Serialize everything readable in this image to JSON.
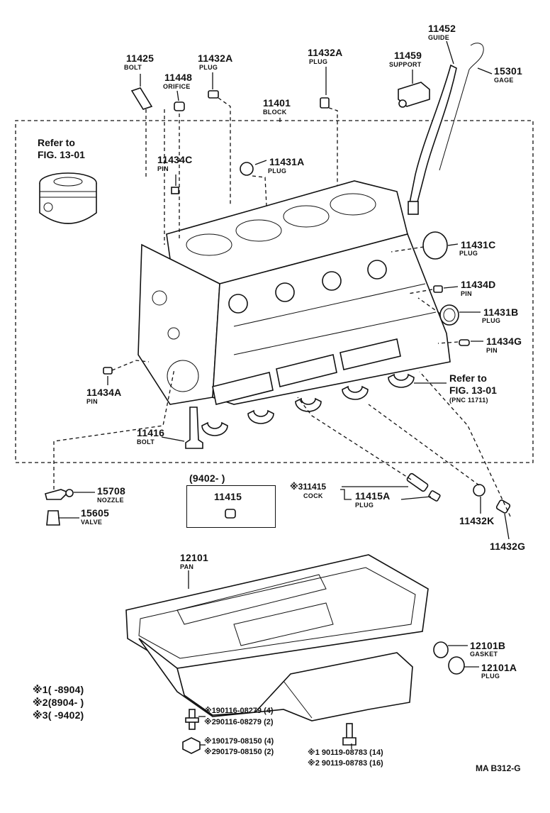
{
  "parts": {
    "p11425": {
      "num": "11425",
      "name": "BOLT"
    },
    "p11448": {
      "num": "11448",
      "name": "ORIFICE"
    },
    "p11432A_left": {
      "num": "11432A",
      "name": "PLUG"
    },
    "p11432A_right": {
      "num": "11432A",
      "name": "PLUG"
    },
    "p11401": {
      "num": "11401",
      "name": "BLOCK"
    },
    "p11459": {
      "num": "11459",
      "name": "SUPPORT"
    },
    "p11452": {
      "num": "11452",
      "name": "GUIDE"
    },
    "p15301": {
      "num": "15301",
      "name": "GAGE"
    },
    "p11434C": {
      "num": "11434C",
      "name": "PIN"
    },
    "p11431A": {
      "num": "11431A",
      "name": "PLUG"
    },
    "p11431C": {
      "num": "11431C",
      "name": "PLUG"
    },
    "p11434D": {
      "num": "11434D",
      "name": "PIN"
    },
    "p11431B": {
      "num": "11431B",
      "name": "PLUG"
    },
    "p11434G": {
      "num": "11434G",
      "name": "PIN"
    },
    "p11434A": {
      "num": "11434A",
      "name": "PIN"
    },
    "p11416": {
      "num": "11416",
      "name": "BOLT"
    },
    "p15708": {
      "num": "15708",
      "name": "NOZZLE"
    },
    "p15605": {
      "num": "15605",
      "name": "VALVE"
    },
    "p11415box": {
      "num": "11415",
      "range": "(9402-         )"
    },
    "p11415cock": {
      "num": "※311415",
      "name": "COCK"
    },
    "p11415A": {
      "num": "11415A",
      "name": "PLUG"
    },
    "p11432K": {
      "num": "11432K"
    },
    "p11432G": {
      "num": "11432G"
    },
    "p12101": {
      "num": "12101",
      "name": "PAN"
    },
    "p12101B": {
      "num": "12101B",
      "name": "GASKET"
    },
    "p12101A": {
      "num": "12101A",
      "name": "PLUG"
    }
  },
  "refs": {
    "top_left": {
      "line1": "Refer to",
      "line2": "FIG. 13-01"
    },
    "right": {
      "line1": "Refer to",
      "line2": "FIG. 13-01",
      "line3": "(PNC 11711)"
    }
  },
  "legend": [
    "※1(        -8904)",
    "※2(8904-          )",
    "※3(        -9402)"
  ],
  "codes": [
    "※190116-08279 (4)",
    "※290116-08279 (2)",
    "※190179-08150 (4)",
    "※290179-08150 (2)",
    "※1 90119-08783 (14)",
    "※2 90119-08783 (16)"
  ],
  "footer": "MA B312-G"
}
